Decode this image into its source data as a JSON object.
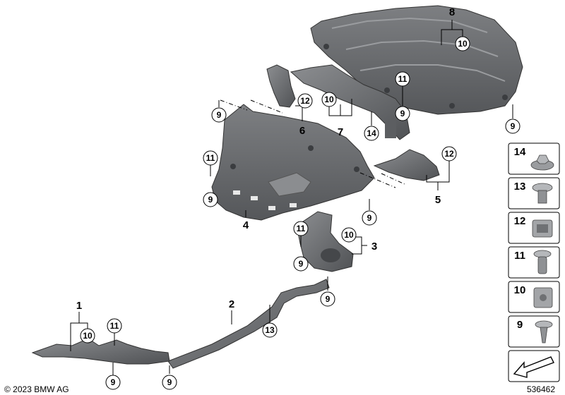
{
  "diagram": {
    "part_numbers": [
      "1",
      "2",
      "3",
      "4",
      "5",
      "6",
      "7",
      "8"
    ],
    "callouts": {
      "c8_10": "10",
      "c_r9": "9",
      "c7_11": "11",
      "c7_10": "10",
      "c7_9": "9",
      "c7_14": "14",
      "c6_12": "12",
      "c6_9": "9",
      "c4_11": "11",
      "c4_9a": "9",
      "c4_9b": "9",
      "c5_12": "12",
      "c3_11": "11",
      "c3_10": "10",
      "c3_9a": "9",
      "c3_9b": "9",
      "c2_13": "13",
      "c2_9": "9",
      "c1_10": "10",
      "c1_11": "11",
      "c1_9": "9"
    },
    "legend": [
      "14",
      "13",
      "12",
      "11",
      "10",
      "9"
    ],
    "copyright": "© 2023 BMW AG",
    "drawing_id": "536462"
  },
  "colors": {
    "part_fill": "#6b6d70",
    "part_dark": "#4f5154",
    "part_light": "#8a8c8f",
    "line": "#000000",
    "legend_bg": "#e9e9e9"
  }
}
